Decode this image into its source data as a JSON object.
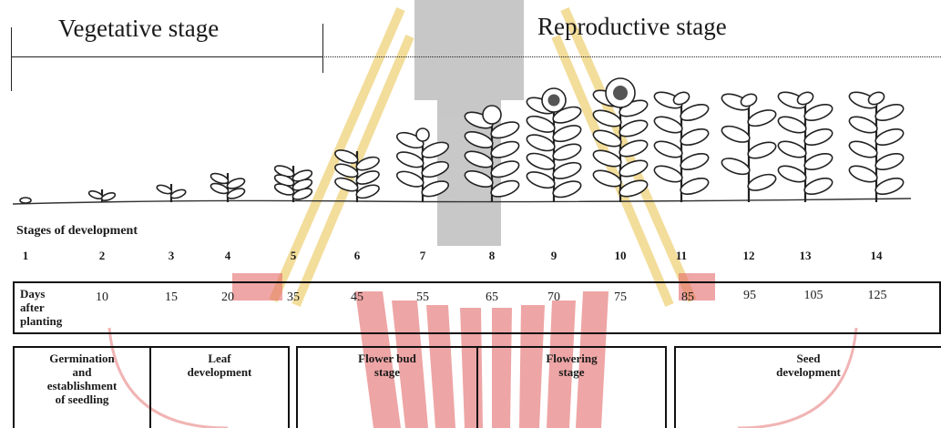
{
  "headers": {
    "vegetative": "Vegetative stage",
    "reproductive": "Reproductive stage"
  },
  "stages_label": "Stages of development",
  "stages": [
    "1",
    "2",
    "3",
    "4",
    "5",
    "6",
    "7",
    "8",
    "9",
    "10",
    "11",
    "12",
    "13",
    "14"
  ],
  "days_label": "Days\nafter\nplanting",
  "days": [
    "10",
    "15",
    "20",
    "35",
    "45",
    "55",
    "65",
    "70",
    "75",
    "85",
    "95",
    "105",
    "125"
  ],
  "phases": [
    {
      "label": "Germination\nand\nestablishment\nof seedling"
    },
    {
      "label": "Leaf\ndevelopment"
    },
    {
      "label": "Flower bud\nstage"
    },
    {
      "label": "Flowering\nstage"
    },
    {
      "label": "Seed\ndevelopment"
    }
  ],
  "colors": {
    "ink": "#1a1a1a",
    "watermark_red": "#e46a6a",
    "watermark_yellow": "#efd27a",
    "watermark_gray": "#9b9b9b"
  }
}
